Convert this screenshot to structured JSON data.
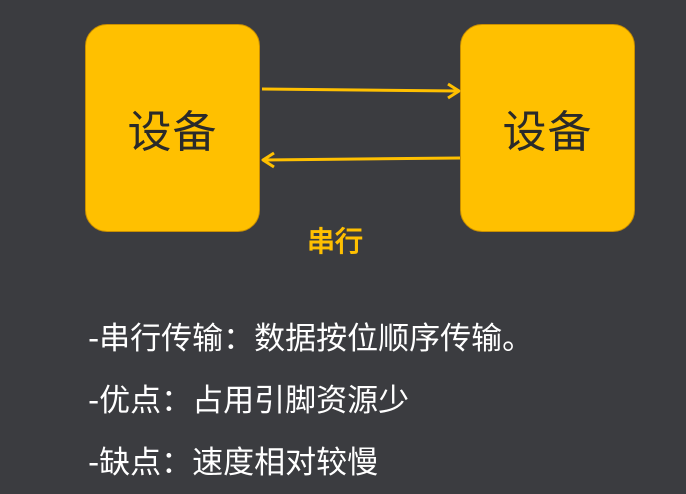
{
  "diagram": {
    "left_device_label": "设备",
    "right_device_label": "设备",
    "caption": "串行",
    "colors": {
      "background": "#3b3c40",
      "device_fill": "#ffc000",
      "arrow": "#ffc000",
      "caption": "#ffc000",
      "notes": "#ffffff"
    }
  },
  "notes": [
    "-串行传输：数据按位顺序传输。",
    "-优点：占用引脚资源少",
    "-缺点：速度相对较慢"
  ]
}
